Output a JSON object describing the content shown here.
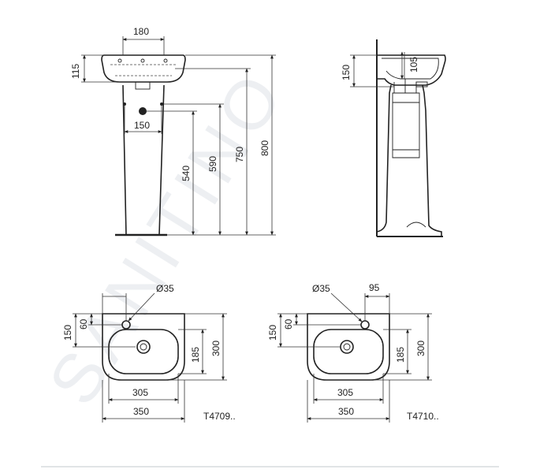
{
  "watermark": "SANITINO",
  "front_view": {
    "dim_width": "180",
    "dim_height": "115",
    "dim_outlet": "150",
    "dim_540": "540",
    "dim_590": "590",
    "dim_750": "750",
    "dim_800": "800"
  },
  "side_view": {
    "dim_150": "150",
    "dim_105": "105"
  },
  "plan_left": {
    "tap_hole": "Ø35",
    "dim_150": "150",
    "dim_60": "60",
    "dim_185": "185",
    "dim_300": "300",
    "dim_305": "305",
    "dim_350": "350",
    "code": "T4709.."
  },
  "plan_right": {
    "tap_hole": "Ø35",
    "dim_95": "95",
    "dim_150": "150",
    "dim_60": "60",
    "dim_185": "185",
    "dim_300": "300",
    "dim_305": "305",
    "dim_350": "350",
    "code": "T4710.."
  }
}
